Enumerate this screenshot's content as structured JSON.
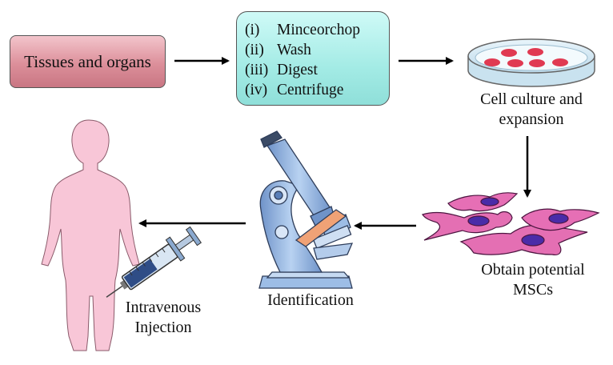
{
  "tissues_box": {
    "label": "Tissues and organs"
  },
  "process_steps": [
    {
      "num": "(i)",
      "text": "Minceorchop"
    },
    {
      "num": "(ii)",
      "text": "Wash"
    },
    {
      "num": "(iii)",
      "text": "Digest"
    },
    {
      "num": "(iv)",
      "text": "Centrifuge"
    }
  ],
  "culture_label": {
    "line1": "Cell culture and",
    "line2": "expansion"
  },
  "msc_label": {
    "line1": "Obtain potential",
    "line2": "MSCs"
  },
  "identification_label": "Identification",
  "injection_label": {
    "line1": "Intravenous",
    "line2": "Injection"
  },
  "colors": {
    "tissues_fill": "#dc8f9a",
    "steps_fill": "#a3ebe5",
    "body_fill": "#f8c6d7",
    "cell_fill": "#e46fb3",
    "nucleus_fill": "#4a2ca8",
    "microscope_blue": "#9dbde6",
    "slide_orange": "#f0a276",
    "dish_dots": "#e03a52"
  }
}
